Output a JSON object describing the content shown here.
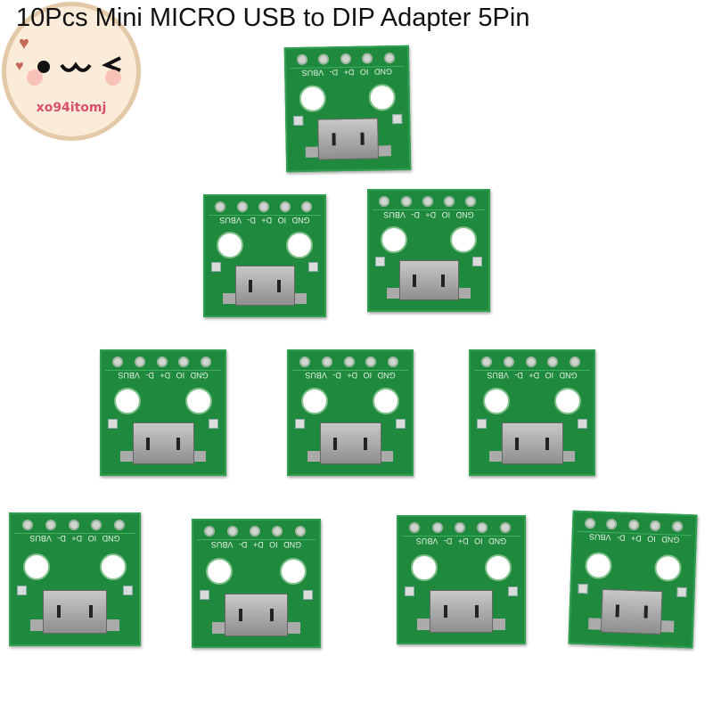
{
  "title": "10Pcs Mini MICRO USB to DIP Adapter 5Pin",
  "watermark": {
    "text": "xo94itomj"
  },
  "product": {
    "count": 10,
    "pin_labels": "GND IO D+ D- VBUS",
    "board_color": "#1f8a3e"
  }
}
